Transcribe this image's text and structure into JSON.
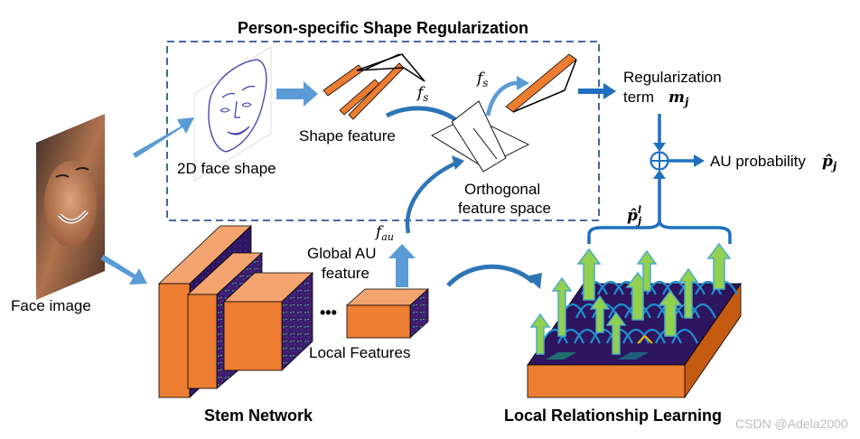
{
  "title": "Person-specific Shape Regularization",
  "labels": {
    "face_image": "Face image",
    "face_shape": "2D face shape",
    "shape_feature": "Shape feature",
    "fs_top": "f",
    "fs_top_sub": "s",
    "fs_mid": "f",
    "fs_mid_sub": "s",
    "orthogonal_line1": "Orthogonal",
    "orthogonal_line2": "feature space",
    "regularization_line1": "Regularization",
    "regularization_line2": "term",
    "m_j": "m",
    "m_j_sub": "j",
    "au_probability": "AU probability",
    "p_hat": "p̂",
    "p_hat_sub": "j",
    "p_local": "p̂",
    "p_local_sup": "l",
    "p_local_sub": "j",
    "f_au": "f",
    "f_au_sub": "au",
    "global_au_line1": "Global AU",
    "global_au_line2": "feature",
    "ellipsis": "•••",
    "local_features": "Local Features",
    "stem_network": "Stem Network",
    "local_relationship": "Local Relationship Learning",
    "watermark": "CSDN @Adela2000"
  },
  "colors": {
    "orange": "#ED7D31",
    "orange_light": "#F4A46E",
    "orange_dark": "#C55A11",
    "arrow_blue": "#5B9BD5",
    "arc_blue": "#2E75B6",
    "dark_blue": "#1F4E79",
    "dashed_border": "#2F5597",
    "feature_purple": "#3B1E6E",
    "green": "#92D050",
    "cyan": "#4BACC6"
  },
  "icons": [
    "face-photo",
    "face-sketch-icon",
    "sum-circle-icon"
  ]
}
